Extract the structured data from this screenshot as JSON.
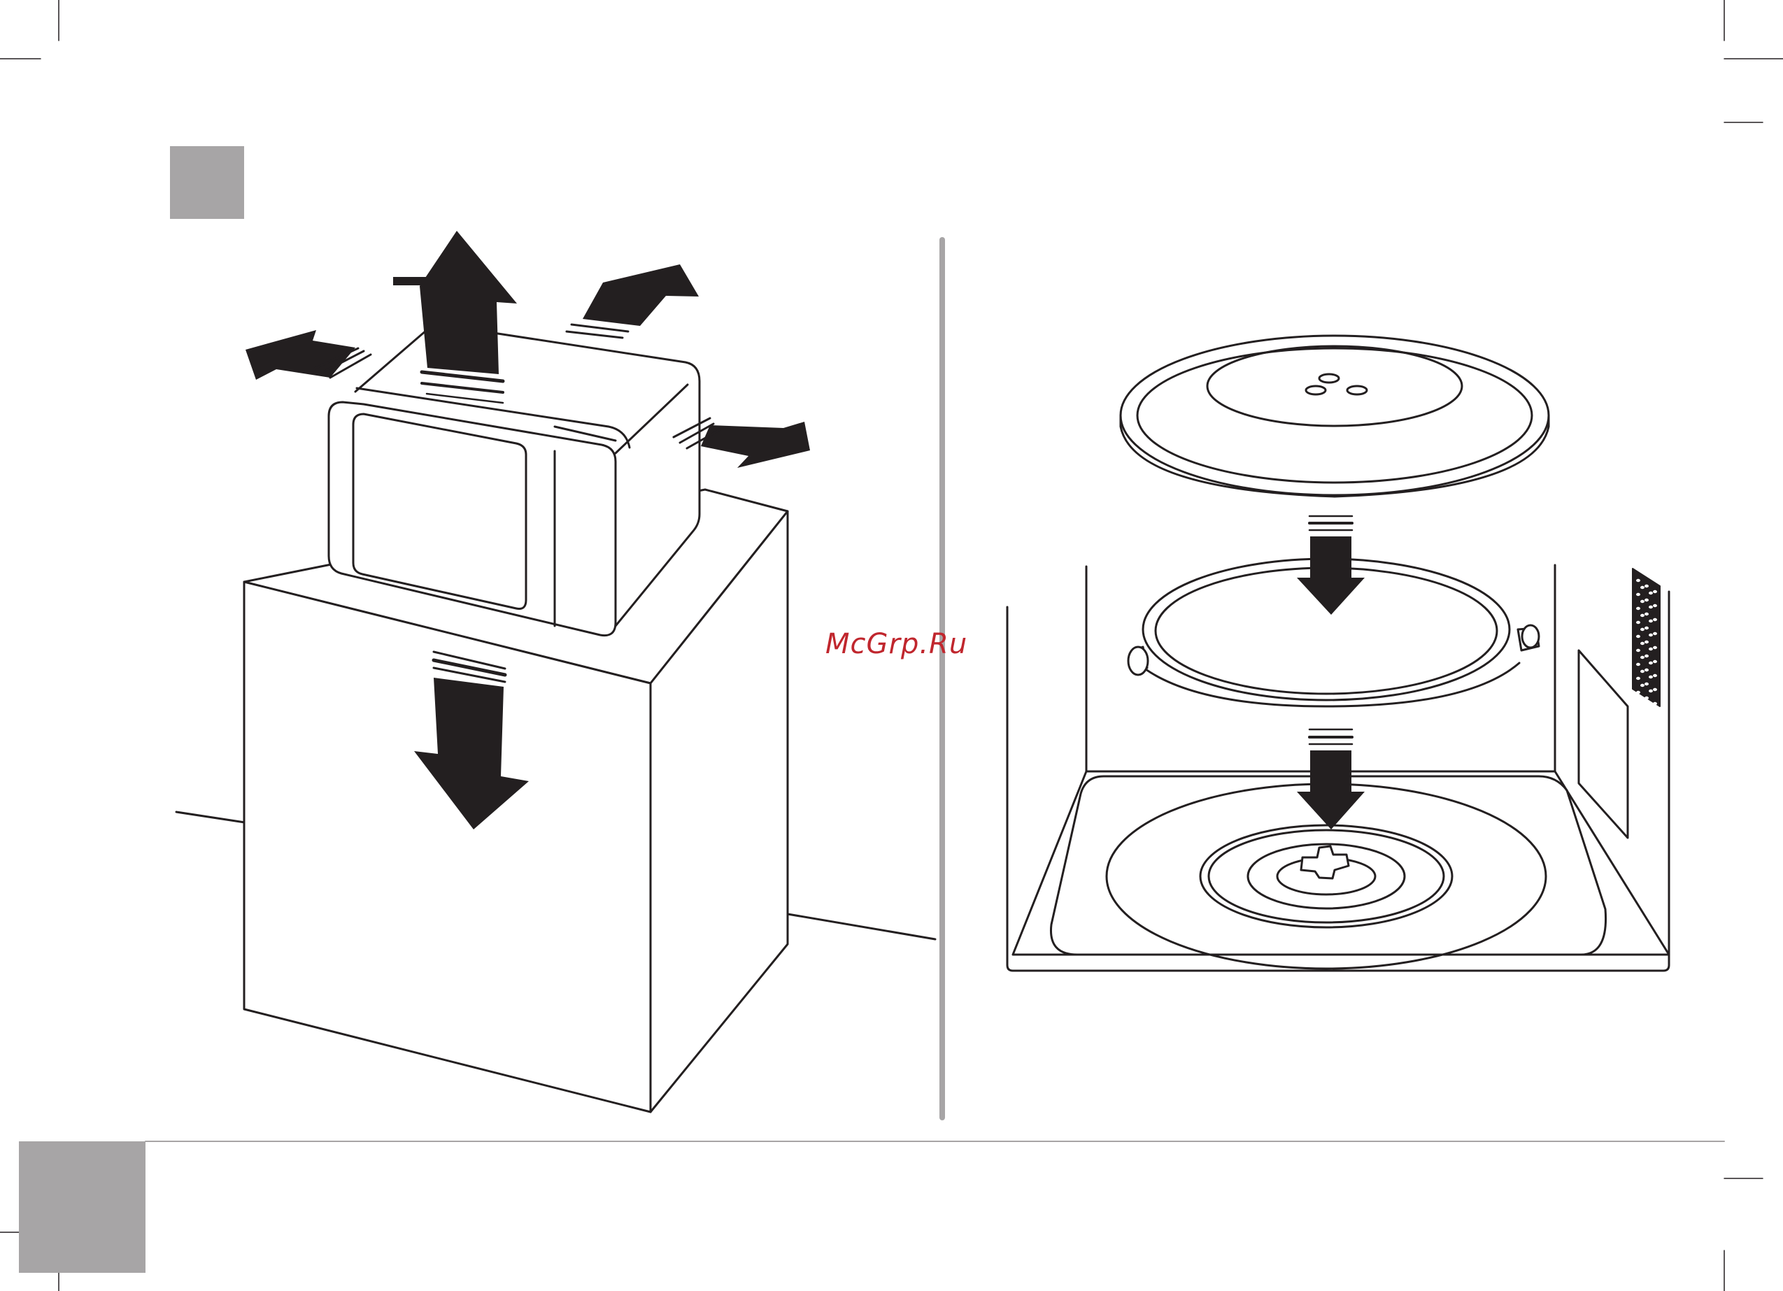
{
  "watermark": {
    "text": "McGrp.Ru"
  },
  "colors": {
    "ink": "#231f20",
    "marker_gray": "#a7a5a6",
    "divider_gray": "#a7a5a6",
    "watermark_red": "#c0262d"
  },
  "figures": {
    "left": "microwave-on-cabinet-ventilation-clearance",
    "right": "turntable-glass-tray-and-roller-ring-installation"
  }
}
